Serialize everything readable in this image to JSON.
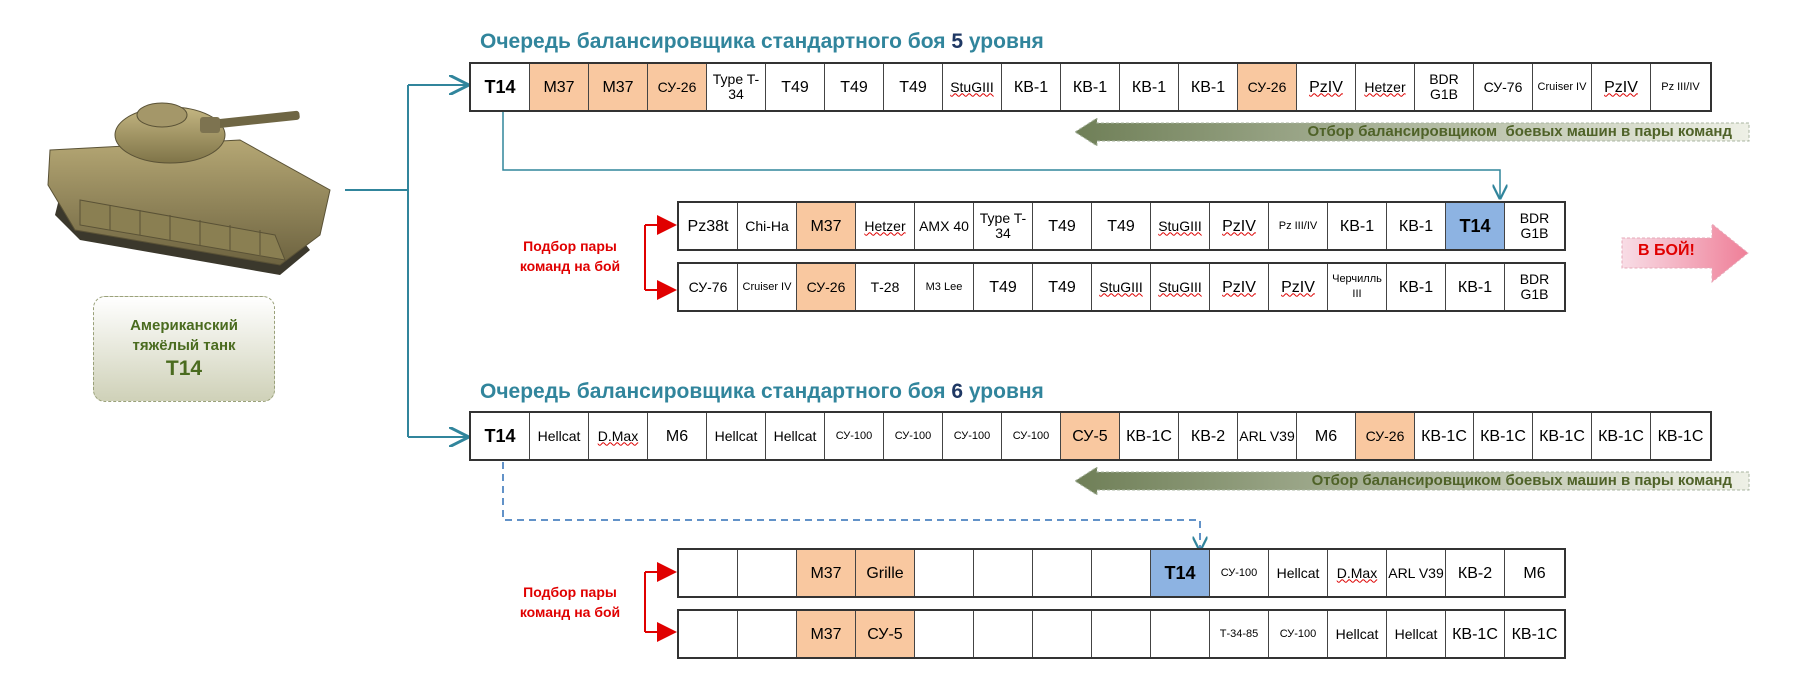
{
  "titles": {
    "level5_prefix": "Очередь балансировщика стандартного боя ",
    "level5_num": "5",
    "level5_suffix": " уровня",
    "level6_prefix": "Очередь балансировщика стандартного боя ",
    "level6_num": "6",
    "level6_suffix": " уровня"
  },
  "info_box": {
    "line1": "Американский",
    "line2": "тяжёлый танк",
    "line3": "Т14"
  },
  "banners": {
    "selection5": "Отбор балансировщиком  боевых машин в пары команд",
    "selection6": "Отбор балансировщиком боевых машин в пары команд",
    "battle": "В БОЙ!"
  },
  "labels": {
    "pairing5_line1": "Подбор пары",
    "pairing5_line2": "команд на бой",
    "pairing6_line1": "Подбор пары",
    "pairing6_line2": "команд на бой"
  },
  "colors": {
    "title": "#31859c",
    "highlight_orange": "#f9c8a0",
    "highlight_blue": "#8db3e2",
    "arrow_teal": "#31859c",
    "banner_green": "#7f8f6a",
    "battle_pink": "#f4b6c2",
    "red_text": "#e00000"
  },
  "queue5": [
    {
      "t": "Т14",
      "s": "bold"
    },
    {
      "t": "М37",
      "s": "orange big"
    },
    {
      "t": "М37",
      "s": "orange big"
    },
    {
      "t": "СУ-26",
      "s": "orange"
    },
    {
      "t": "Type T-34",
      "s": ""
    },
    {
      "t": "Т49",
      "s": "big"
    },
    {
      "t": "Т49",
      "s": "big"
    },
    {
      "t": "Т49",
      "s": "big"
    },
    {
      "t": "StuGIII",
      "s": "wavy"
    },
    {
      "t": "КВ-1",
      "s": "big"
    },
    {
      "t": "КВ-1",
      "s": "big"
    },
    {
      "t": "КВ-1",
      "s": "big"
    },
    {
      "t": "КВ-1",
      "s": "big"
    },
    {
      "t": "СУ-26",
      "s": "orange"
    },
    {
      "t": "PzIV",
      "s": "big wavy"
    },
    {
      "t": "Hetzer",
      "s": "wavy"
    },
    {
      "t": "BDR G1B",
      "s": ""
    },
    {
      "t": "СУ-76",
      "s": ""
    },
    {
      "t": "Cruiser IV",
      "s": "small"
    },
    {
      "t": "PzIV",
      "s": "big wavy"
    },
    {
      "t": "Pz III/IV",
      "s": "small"
    }
  ],
  "team5a": [
    {
      "t": "Pz38t",
      "s": "big"
    },
    {
      "t": "Chi-Ha",
      "s": ""
    },
    {
      "t": "М37",
      "s": "orange big"
    },
    {
      "t": "Hetzer",
      "s": "wavy"
    },
    {
      "t": "AMX 40",
      "s": ""
    },
    {
      "t": "Type T-34",
      "s": ""
    },
    {
      "t": "Т49",
      "s": "big"
    },
    {
      "t": "Т49",
      "s": "big"
    },
    {
      "t": "StuGIII",
      "s": "wavy"
    },
    {
      "t": "PzIV",
      "s": "big wavy"
    },
    {
      "t": "Pz III/IV",
      "s": "small"
    },
    {
      "t": "КВ-1",
      "s": "big"
    },
    {
      "t": "КВ-1",
      "s": "big"
    },
    {
      "t": "Т14",
      "s": "blue"
    },
    {
      "t": "BDR G1B",
      "s": ""
    }
  ],
  "team5b": [
    {
      "t": "СУ-76",
      "s": ""
    },
    {
      "t": "Cruiser IV",
      "s": "small"
    },
    {
      "t": "СУ-26",
      "s": "orange"
    },
    {
      "t": "Т-28",
      "s": ""
    },
    {
      "t": "M3 Lee",
      "s": "small"
    },
    {
      "t": "Т49",
      "s": "big"
    },
    {
      "t": "Т49",
      "s": "big"
    },
    {
      "t": "StuGIII",
      "s": "wavy"
    },
    {
      "t": "StuGIII",
      "s": "wavy"
    },
    {
      "t": "PzIV",
      "s": "big wavy"
    },
    {
      "t": "PzIV",
      "s": "big wavy"
    },
    {
      "t": "Черчилль III",
      "s": "small"
    },
    {
      "t": "КВ-1",
      "s": "big"
    },
    {
      "t": "КВ-1",
      "s": "big"
    },
    {
      "t": "BDR G1B",
      "s": ""
    }
  ],
  "queue6": [
    {
      "t": "Т14",
      "s": "bold"
    },
    {
      "t": "Hellcat",
      "s": ""
    },
    {
      "t": "D.Max",
      "s": "wavy"
    },
    {
      "t": "М6",
      "s": "big"
    },
    {
      "t": "Hellcat",
      "s": ""
    },
    {
      "t": "Hellcat",
      "s": ""
    },
    {
      "t": "СУ-100",
      "s": "small"
    },
    {
      "t": "СУ-100",
      "s": "small"
    },
    {
      "t": "СУ-100",
      "s": "small"
    },
    {
      "t": "СУ-100",
      "s": "small"
    },
    {
      "t": "СУ-5",
      "s": "orange big"
    },
    {
      "t": "КВ-1С",
      "s": "big"
    },
    {
      "t": "КВ-2",
      "s": "big"
    },
    {
      "t": "ARL V39",
      "s": ""
    },
    {
      "t": "М6",
      "s": "big"
    },
    {
      "t": "СУ-26",
      "s": "orange"
    },
    {
      "t": "КВ-1С",
      "s": "big"
    },
    {
      "t": "КВ-1С",
      "s": "big"
    },
    {
      "t": "КВ-1С",
      "s": "big"
    },
    {
      "t": "КВ-1С",
      "s": "big"
    },
    {
      "t": "КВ-1С",
      "s": "big"
    }
  ],
  "team6a": [
    {
      "t": "",
      "s": ""
    },
    {
      "t": "",
      "s": ""
    },
    {
      "t": "М37",
      "s": "orange big"
    },
    {
      "t": "Grille",
      "s": "orange big"
    },
    {
      "t": "",
      "s": ""
    },
    {
      "t": "",
      "s": ""
    },
    {
      "t": "",
      "s": ""
    },
    {
      "t": "",
      "s": ""
    },
    {
      "t": "Т14",
      "s": "blue"
    },
    {
      "t": "СУ-100",
      "s": "small"
    },
    {
      "t": "Hellcat",
      "s": ""
    },
    {
      "t": "D.Max",
      "s": "wavy"
    },
    {
      "t": "ARL V39",
      "s": ""
    },
    {
      "t": "КВ-2",
      "s": "big"
    },
    {
      "t": "М6",
      "s": "big"
    }
  ],
  "team6b": [
    {
      "t": "",
      "s": ""
    },
    {
      "t": "",
      "s": ""
    },
    {
      "t": "М37",
      "s": "orange big"
    },
    {
      "t": "СУ-5",
      "s": "orange big"
    },
    {
      "t": "",
      "s": ""
    },
    {
      "t": "",
      "s": ""
    },
    {
      "t": "",
      "s": ""
    },
    {
      "t": "",
      "s": ""
    },
    {
      "t": "",
      "s": ""
    },
    {
      "t": "Т-34-85",
      "s": "small"
    },
    {
      "t": "СУ-100",
      "s": "small"
    },
    {
      "t": "Hellcat",
      "s": ""
    },
    {
      "t": "Hellcat",
      "s": ""
    },
    {
      "t": "КВ-1С",
      "s": "big"
    },
    {
      "t": "КВ-1С",
      "s": "big"
    }
  ]
}
